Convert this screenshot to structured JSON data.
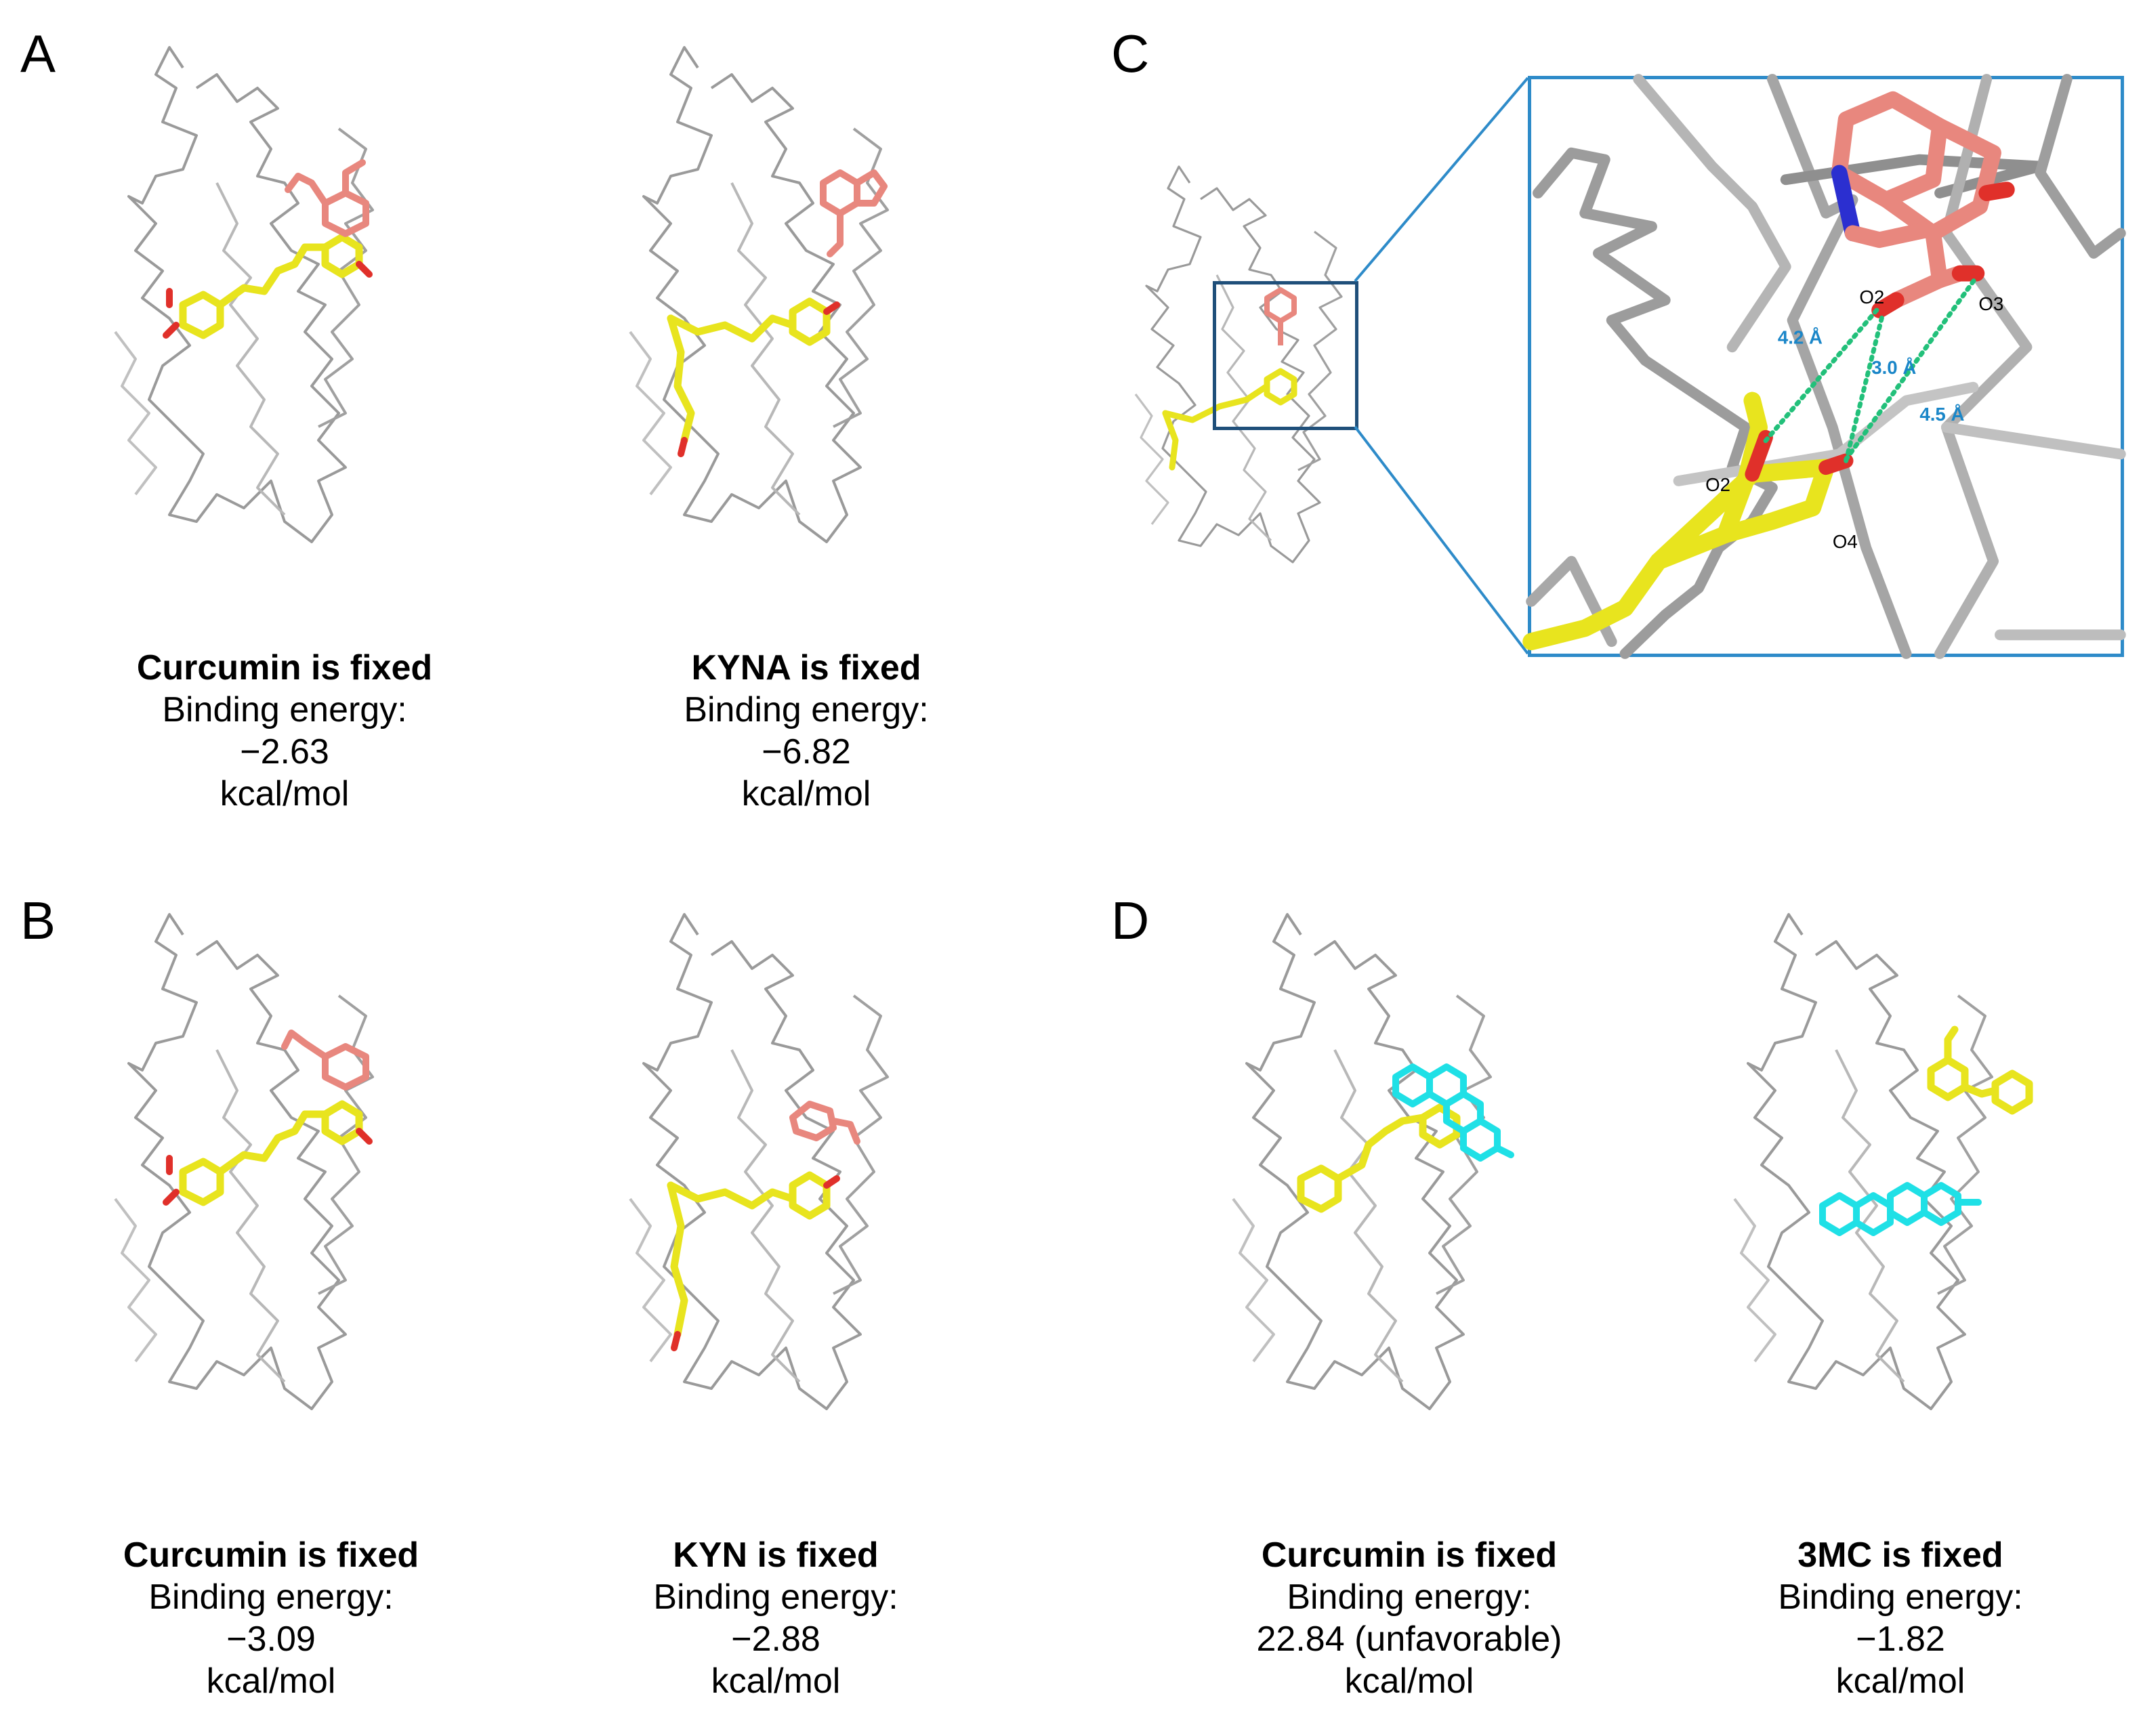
{
  "panels": {
    "a": {
      "letter": "A",
      "left": {
        "title": "Curcumin is fixed",
        "energy_label": "Binding energy:",
        "energy_value": "−2.63",
        "unit": "kcal/mol"
      },
      "right": {
        "title": "KYNA is fixed",
        "energy_label": "Binding energy:",
        "energy_value": "−6.82",
        "unit": "kcal/mol"
      }
    },
    "b": {
      "letter": "B",
      "left": {
        "title": "Curcumin is fixed",
        "energy_label": "Binding energy:",
        "energy_value": "−3.09",
        "unit": "kcal/mol"
      },
      "right": {
        "title": "KYN is fixed",
        "energy_label": "Binding energy:",
        "energy_value": "−2.88",
        "unit": "kcal/mol"
      }
    },
    "c": {
      "letter": "C",
      "atoms": {
        "o2_ligand": "O2",
        "o3": "O3",
        "o2_curcumin": "O2",
        "o4": "O4"
      },
      "distances": {
        "d1": "4.2 Å",
        "d2": "3.0 Å",
        "d3": "4.5 Å"
      }
    },
    "d": {
      "letter": "D",
      "left": {
        "title": "Curcumin is fixed",
        "energy_label": "Binding energy:",
        "energy_value": "22.84 (unfavorable)",
        "unit": "kcal/mol"
      },
      "right": {
        "title": "3MC is fixed",
        "energy_label": "Binding energy:",
        "energy_value": "−1.82",
        "unit": "kcal/mol"
      }
    }
  },
  "colors": {
    "backbone": "#a9a9a9",
    "curcumin": "#e8e41e",
    "kyna_kyn": "#e8877e",
    "mc3": "#1fe0e6",
    "oxygen": "#e0302a",
    "nitrogen": "#2b2fd0",
    "zoom_box": "#2e8bc9",
    "hbond": "#22c07a",
    "distance_text": "#1a86c8"
  }
}
